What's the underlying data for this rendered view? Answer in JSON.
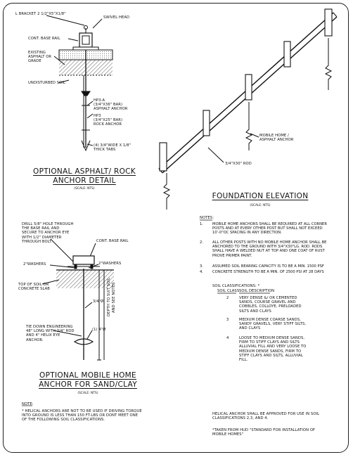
{
  "bracket_label": "L BRACKET 2 1/2\"X5\"X1/8\"",
  "swivel_head": "SWIVEL HEAD",
  "cont_base_rail": "CONT. BASE RAIL",
  "existing_asphalt": "EXISTING\nASPHALT OR\nGRADE",
  "undisturbed_soil": "UNDISTURBED SOIL",
  "asphalt_anchor_spec": "HP3-A\n(3/4\"X36\" BAR)\nASPHALT ANCHOR",
  "rock_anchor_spec": "HP3\n(3/4\"X25\" BAR)\nROCK ANCHOR",
  "thick_tabs": "(4) 3/4\"WIDE X 1/8\"\nTHICK TABS",
  "detail1_title": [
    "OPTIONAL ASPHALT/ ROCK",
    "ANCHOR DETAIL"
  ],
  "scale_nts": "(SCALE: NTS)",
  "mobile_home_anchor": "MOBILE HOME /\nASPHALT ANCHOR",
  "rod_label": "3/4\"X30\" ROD",
  "elevation_title": "FOUNDATION ELEVATION",
  "drill_note": "DRILL 5/8\" HOLE THROUGH\nTHE BASE RAIL AND\nSECURE TO ANCHOR EYE\nWITH 1/2\" DIAMETER\nTHROUGH BOLT.",
  "cont_base_rail_2": "CONT. BASE RAIL",
  "washers_left": "2\"WASHERS",
  "washers_right": "2\"WASHERS",
  "top_of_soil": "TOP OF SOIL OR\nCONCRETE SLAB",
  "rod_three_quarter": "3/4\"Ø",
  "tie_down": "TIE DOWN ENGINEERING\n48\" LONG WITH 3/4\" ROD\nAND 4\" HELIX EYE\nANCHOR.",
  "helix_count": "(1) 4\"Ø",
  "depth_label_1": "DEPTH TO SUIT SOIL",
  "depth_label_2": "AND SEE NOTES",
  "detail2_title": [
    "OPTIONAL MOBILE HOME",
    "ANCHOR FOR SAND/CLAY"
  ],
  "left_note_head": "NOTE:",
  "left_note_body": "* HELICAL ANCHORS ARE NOT TO BE USED IF DRIVING TORQUE\nINTO GROUND IS LESS THAN 150 FT-LBS OR DONT MEET ONE\nOF THE FOLLOWING SOIL CLASSIFICATIONS.",
  "notes_head": "NOTES:",
  "notes": [
    {
      "num": "1.",
      "text": "MOBILE HOME ANCHORS SHALL BE REQUIRED AT ALL CORNER\nPOSTS AND AT EVERY OTHER POST BUT SHALL NOT EXCEED\n10'-0\"OC SPACING IN ANY DIRECTION."
    },
    {
      "num": "2.",
      "text": "ALL OTHER POSTS WITH NO MOBILE HOME ANCHOR SHALL BE\nANCHORED TO THE GROUND WITH 3/4\"X30\"LG. ROD. RODS\nSHALL HAVE A WELDED NUT AT TOP AND ONE COAT OF RUST\nPROVE PRIMER PAINT."
    },
    {
      "num": "3.",
      "text": "ASSUMED SOIL BEARING CAPACITY IS TO BE A MIN. 1500 PSF"
    },
    {
      "num": "4.",
      "text": "CONCRETE STRENGTH TO BE A MIN. OF 2500 PSI AT 28 DAYS"
    }
  ],
  "soil_head": "SOIL CLASSIFICATIONS: *",
  "soil_col_class": "SOIL CLASS",
  "soil_col_desc": "SOIL DESCRIPTION",
  "soil_rows": [
    {
      "cls": "2",
      "desc": "VERY DENSE &/ OR CEMENTED\nSANDS, COURSE GRAVEL AND\nCOBBLES, COLLOYE, PRELOADED\nSILTS AND CLAYS"
    },
    {
      "cls": "3",
      "desc": "MEDIUM DENSE COARSE SANDS,\nSANDY GRAVELS, VERY STIFF SILTS,\nAND CLAYS"
    },
    {
      "cls": "4",
      "desc": "LOOSE TO MEDIUM DENSE SANDS,\nFIRM TO STIFF CLAYS AND SILTS\nALLUVIAL FILL AND VERY LOOSE TO\nMEDIUM DENSE SANDS, FIRM TO\nSTIFF CLAYS AND SILTS, ALLUVIAL\nFILL."
    }
  ],
  "helical_note": "HELICAL ANCHOR SHALL BE APPROVED FOR USE IN SOIL\nCLASSIFICATIONS 2,3, AND 4.",
  "hud_note": "*TAKEN FROM HUD \"STANDARD FOR INSTALLATION OF\nMOBILE HOMES\""
}
